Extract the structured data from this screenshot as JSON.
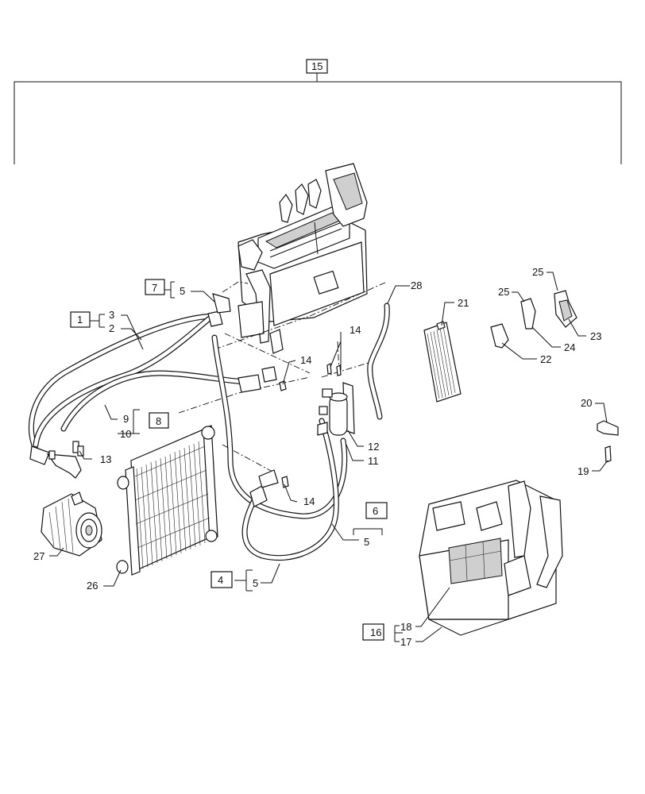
{
  "callouts": {
    "c1": "1",
    "c2": "2",
    "c3": "3",
    "c4": "4",
    "c5a": "5",
    "c5b": "5",
    "c5c": "5",
    "c6": "6",
    "c7": "7",
    "c8": "8",
    "c9": "9",
    "c10": "10",
    "c11": "11",
    "c12": "12",
    "c13": "13",
    "c14a": "14",
    "c14b": "14",
    "c14c": "14",
    "c15": "15",
    "c16": "16",
    "c17": "17",
    "c18": "18",
    "c19": "19",
    "c20": "20",
    "c21": "21",
    "c22": "22",
    "c23": "23",
    "c24": "24",
    "c25a": "25",
    "c25b": "25",
    "c26": "26",
    "c27": "27",
    "c28": "28"
  }
}
